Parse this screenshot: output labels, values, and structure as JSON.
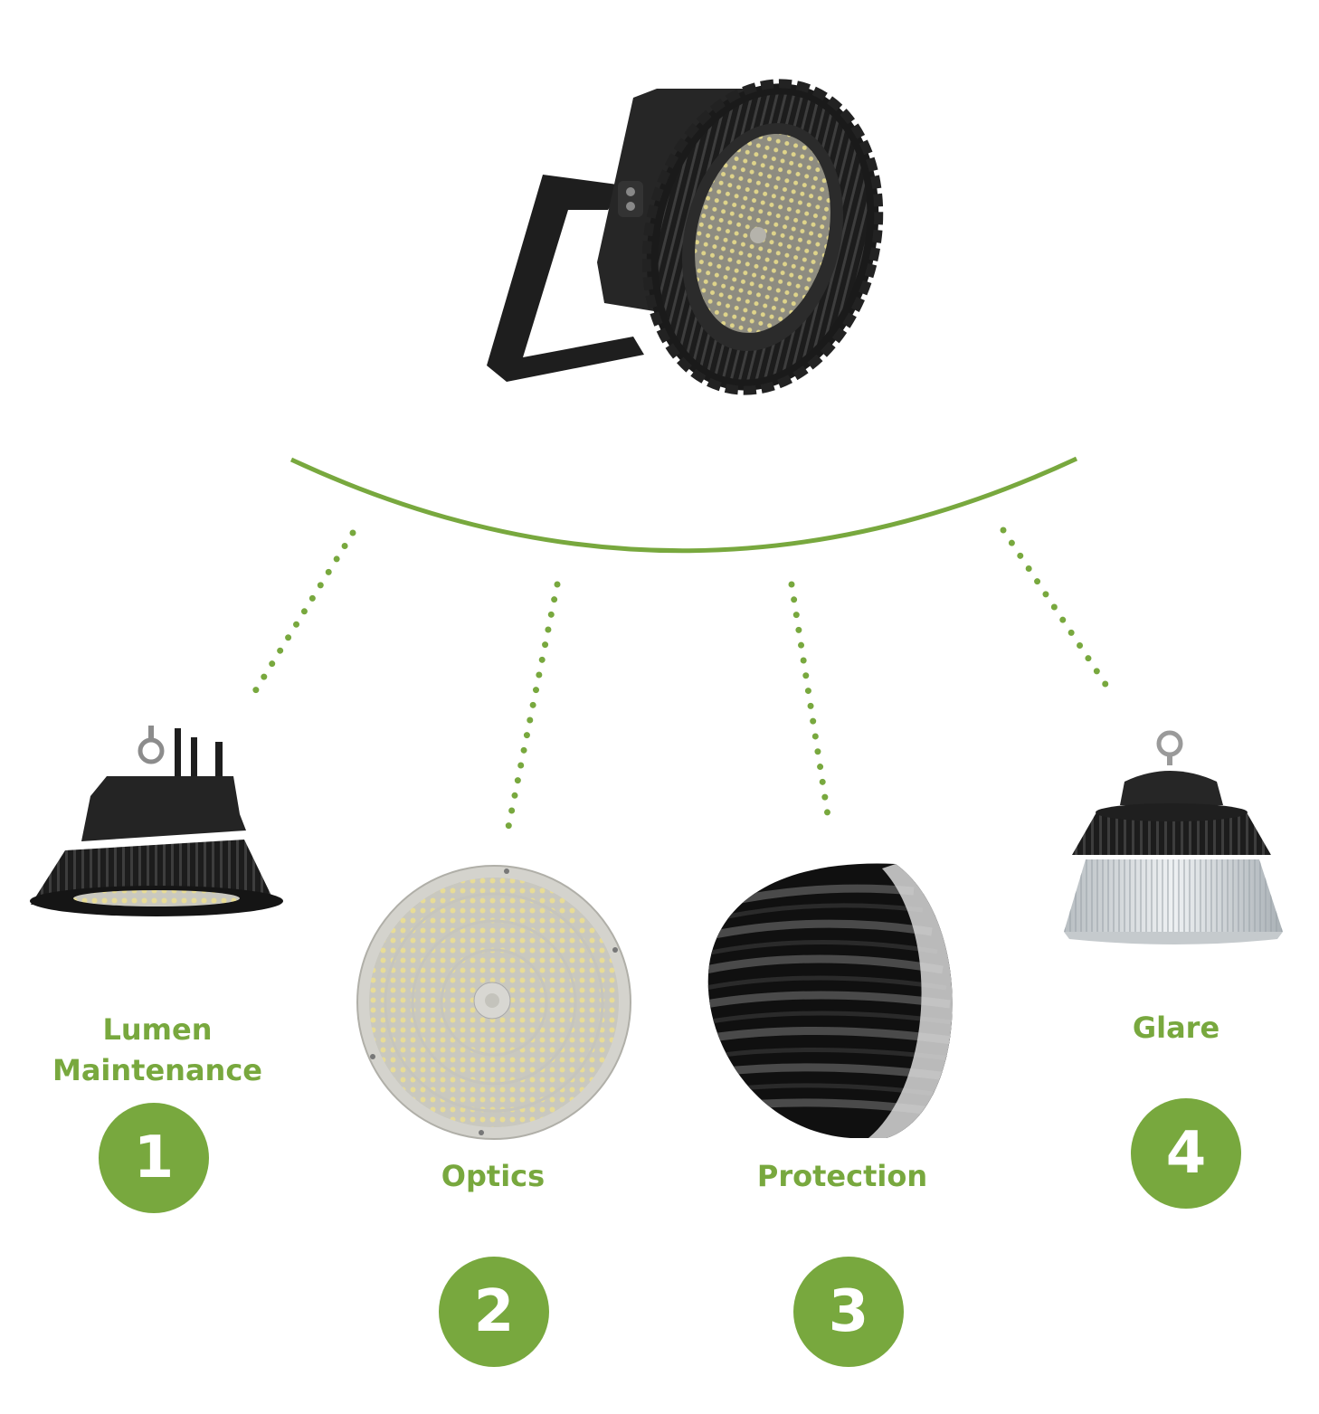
{
  "colors": {
    "accent": "#78a83e",
    "fixture_dark": "#1e1e1e",
    "led_warm": "#e8dc96",
    "badge_text": "#ffffff"
  },
  "icons": {
    "main": "floodlight-fixture-icon",
    "lumen": "ufo-high-bay-icon",
    "optics": "led-board-icon",
    "protection": "heatsink-fins-icon",
    "glare": "reflector-high-bay-icon"
  },
  "features": [
    {
      "label": "Lumen Maintenance",
      "number": "1"
    },
    {
      "label": "Optics",
      "number": "2"
    },
    {
      "label": "Protection",
      "number": "3"
    },
    {
      "label": "Glare",
      "number": "4"
    }
  ]
}
